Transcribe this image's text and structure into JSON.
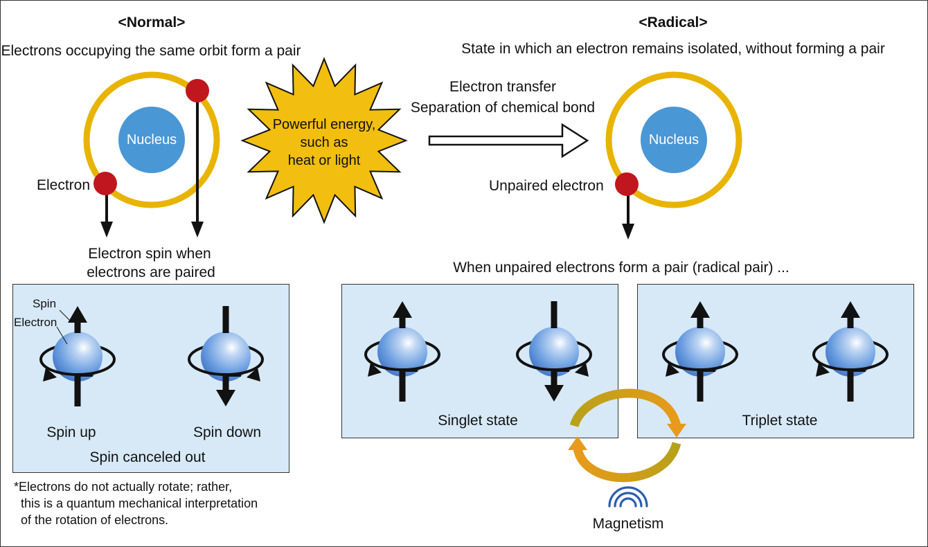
{
  "normal": {
    "heading": "<Normal>",
    "description": "Electrons occupying the same orbit form a pair",
    "nucleus_label": "Nucleus",
    "electron_label": "Electron",
    "spin_caption_line1": "Electron spin when",
    "spin_caption_line2": "electrons are paired",
    "box": {
      "spin_label": "Spin",
      "electron_label": "Electron",
      "spin_up": "Spin up",
      "spin_down": "Spin down",
      "canceled": "Spin canceled out"
    },
    "footnote_line1": "*Electrons do not actually rotate; rather,",
    "footnote_line2": "this is a quantum mechanical interpretation",
    "footnote_line3": "of the rotation of electrons."
  },
  "energy": {
    "line1": "Powerful energy,",
    "line2": "such as",
    "line3": "heat or light"
  },
  "transfer": {
    "line1": "Electron transfer",
    "line2": "Separation of chemical bond"
  },
  "radical": {
    "heading": "<Radical>",
    "description": "State in which an electron remains isolated, without forming a pair",
    "nucleus_label": "Nucleus",
    "unpaired_label": "Unpaired electron",
    "pair_caption": "When unpaired electrons form a pair (radical pair) ...",
    "singlet_label": "Singlet state",
    "triplet_label": "Triplet state",
    "magnetism_label": "Magnetism"
  },
  "colors": {
    "orbit": "#e8b400",
    "nucleus": "#4a97d6",
    "electron": "#c0161e",
    "box_fill": "#d7e9f7",
    "sun": "#f2be0f",
    "sphere": "#5a8fd8",
    "cycle_gold": "#b8a11a",
    "cycle_orange": "#e89a1a",
    "magnetism_icon": "#2a5db0"
  }
}
